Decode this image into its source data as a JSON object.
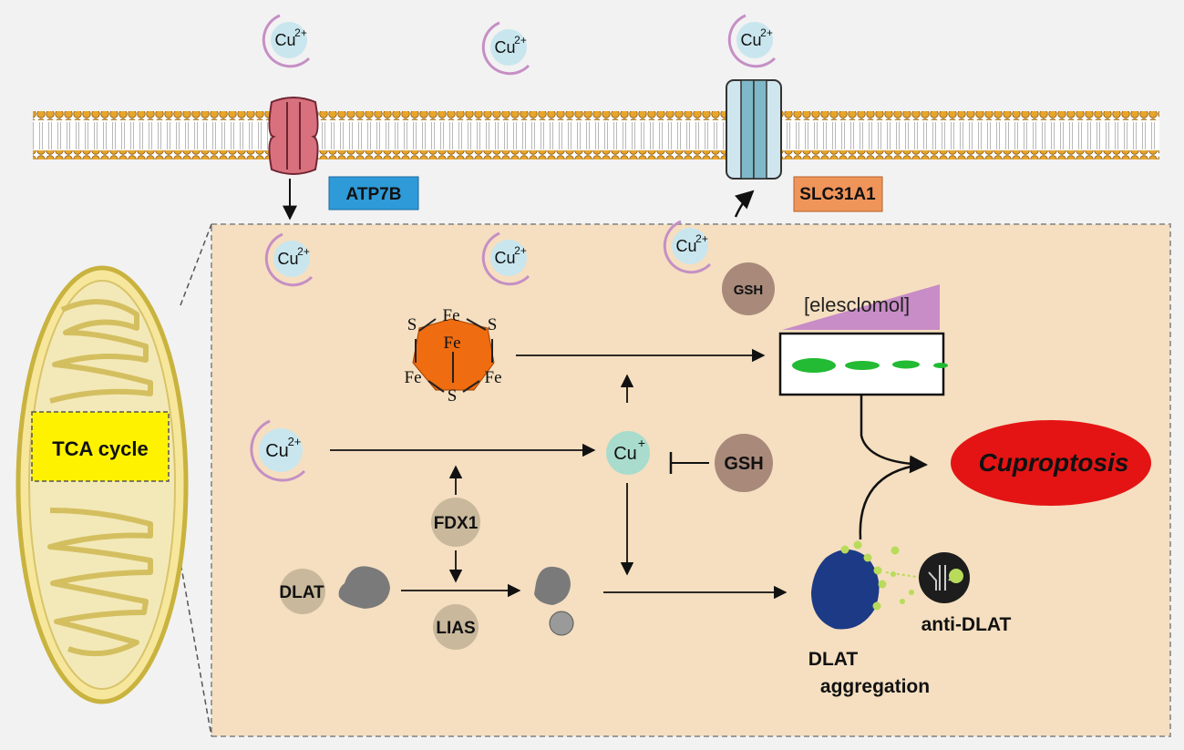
{
  "cu2_label": "Cu",
  "cu2_charge": "2+",
  "cu1_label": "Cu",
  "cu1_charge": "+",
  "transporters": {
    "atp7b": "ATP7B",
    "slc31a1": "SLC31A1"
  },
  "mitochondrion": {
    "tca_label": "TCA cycle"
  },
  "proteins": {
    "gsh": "GSH",
    "fdx1": "FDX1",
    "dlat": "DLAT",
    "lias": "LIAS"
  },
  "fe_s_cluster": {
    "fe": "Fe",
    "s": "S"
  },
  "elesclomol_label": "[elesclomol]",
  "cuproptosis_label": "Cuproptosis",
  "aggregation": {
    "line1": "DLAT",
    "line2": "aggregation"
  },
  "antibody_label": "anti-DLAT",
  "colors": {
    "cell_interior": "#f5dfc0",
    "copper_ion": "#c9e6ee",
    "copper_ring": "#c58fc5",
    "atp7b_label_bg": "#2e9ad7",
    "slc31a1_label_bg": "#f0955a",
    "tca_box": "#fff200",
    "fe_s_cluster": "#ef6c10",
    "gsh": "#a8897a",
    "protein_tan": "#c9b89b",
    "cuproptosis": "#e41414",
    "dlat_aggregate": "#1c3a86",
    "wb_band": "#22bb33",
    "elesclomol_wedge": "#c88cc6"
  }
}
